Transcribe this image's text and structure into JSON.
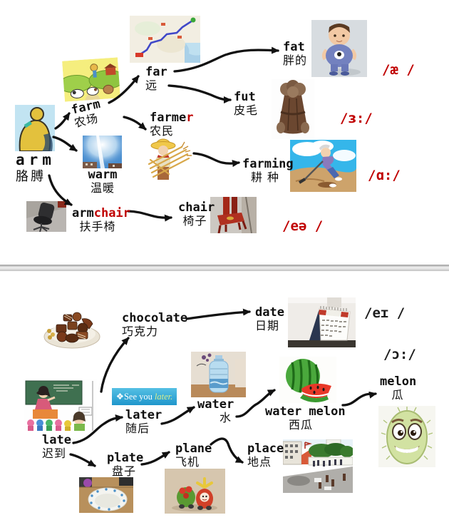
{
  "colors": {
    "accent_red": "#c00000",
    "text_black": "#101010",
    "banner_blue": "#2ba7dc",
    "banner_highlight_green": "#d9ef8f"
  },
  "top": {
    "arm": {
      "en": "arm",
      "zh": "胳膊"
    },
    "farm": {
      "en": "farm",
      "zh": "农场"
    },
    "far": {
      "en": "far",
      "zh": "远"
    },
    "fat": {
      "en": "fat",
      "zh": "胖的"
    },
    "fut": {
      "en": "fut",
      "zh": "皮毛"
    },
    "farmer": {
      "en_main": "farme",
      "en_accent": "r",
      "zh": "农民"
    },
    "warm": {
      "en": "warm",
      "zh": "温暖"
    },
    "farming": {
      "en": "farming",
      "zh": "耕 种"
    },
    "armchair": {
      "en_main": "arm",
      "en_accent": "chair",
      "zh": "扶手椅"
    },
    "chair": {
      "en": "chair",
      "zh": "椅子"
    },
    "phonetics": {
      "ae": "/æ /",
      "er": "/ɜ:/",
      "ar": "/ɑ:/",
      "ea": "/eə /"
    }
  },
  "bottom": {
    "late": {
      "en": "late",
      "zh": "迟到"
    },
    "later": {
      "en": "later",
      "zh": "随后"
    },
    "chocolate": {
      "en": "chocolate",
      "zh": "巧克力"
    },
    "date": {
      "en": "date",
      "zh": "日期"
    },
    "water": {
      "en": "water",
      "zh": "水"
    },
    "watermelon": {
      "en": "water melon",
      "zh": "西瓜"
    },
    "melon": {
      "en": "melon",
      "zh": "瓜"
    },
    "plate": {
      "en": "plate",
      "zh": "盘子"
    },
    "plane": {
      "en": "plane",
      "zh": "飞机"
    },
    "place": {
      "en": "place",
      "zh": "地点"
    },
    "phonetics": {
      "ei": "/eɪ /",
      "oo": "/ɔ:/"
    },
    "banner": {
      "prefix": "❖See you",
      "highlight": "later."
    }
  },
  "images": {
    "arm_photo": "cartoon-flexed-muscle-arm",
    "farm_photo": "cartoon-farm-scene",
    "map_photo": "road-map-with-blue-route",
    "fat_boy_photo": "fat-boy-3d-figure",
    "fur_coat_photo": "brown-fur-coat",
    "farmer_photo": "farmer-holding-wheat",
    "warm_photo": "sunny-warm-sky",
    "farming_photo": "man-hoeing-field",
    "office_chair_photo": "black-office-armchair",
    "red_chair_photo": "red-wooden-chair",
    "chocolate_photo": "plate-of-chocolates",
    "calendar_photo": "desk-calendar",
    "water_photo": "water-cooler-bottle",
    "watermelon_photo": "watermelon-with-slice",
    "melon_photo": "cartoon-melon-face",
    "late_photo": "classroom-late-scene",
    "later_banner": "see-you-later-banner",
    "plate_photo": "white-plate-on-table",
    "plane_photo": "toy-plane-figures",
    "place_photo": "street-scene"
  }
}
